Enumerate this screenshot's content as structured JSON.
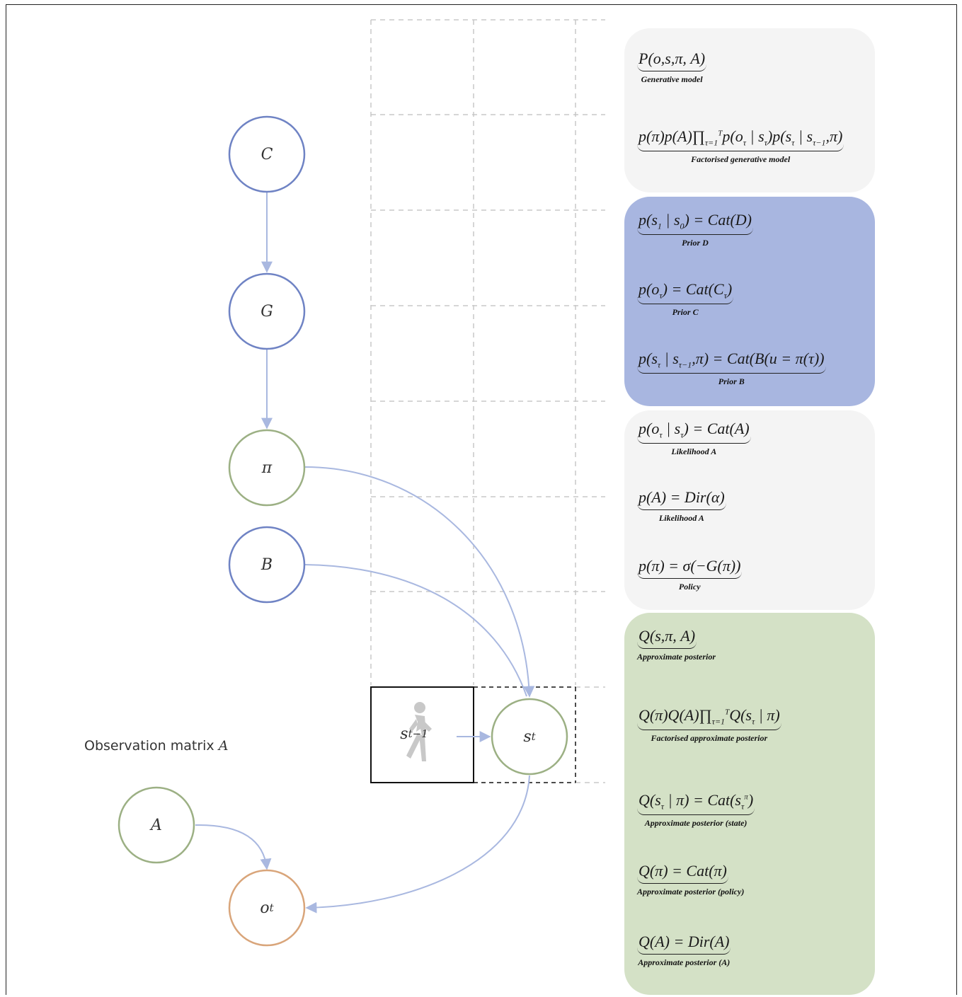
{
  "nodes": {
    "C": {
      "label": "C",
      "stroke": "#6f83c4"
    },
    "G": {
      "label": "G",
      "stroke": "#6f83c4"
    },
    "pi": {
      "label": "π",
      "stroke": "#9cb084"
    },
    "B": {
      "label": "B",
      "stroke": "#6f83c4"
    },
    "s_t": {
      "label": "s",
      "sub": "t",
      "stroke": "#9cb084"
    },
    "A": {
      "label": "A",
      "stroke": "#9cb084"
    },
    "o_t": {
      "label": "o",
      "sub": "t",
      "stroke": "#d9a57a"
    }
  },
  "prev_state": {
    "label": "s",
    "sub": "t−1"
  },
  "observation_title": {
    "text": "Observation matrix ",
    "symbol": "A"
  },
  "colors": {
    "edge": "#a9b8e0",
    "grid": "#c8c8c8",
    "panel_gray": "#f4f4f4",
    "panel_blue": "#a8b6e0",
    "panel_green": "#d4e1c6"
  },
  "equations": {
    "generative_model": {
      "formula": "P(o,s,π, A)",
      "caption": "Generative model"
    },
    "factorised_generative_model": {
      "formula": "p(π)p(A)∏τ=1..T p(oτ | sτ)p(sτ | sτ−1,π)",
      "caption": "Factorised generative model"
    },
    "prior_d": {
      "formula": "p(s1 | s0) = Cat(D)",
      "caption": "Prior D"
    },
    "prior_c": {
      "formula": "p(oτ) = Cat(Cτ)",
      "caption": "Prior C"
    },
    "prior_b": {
      "formula": "p(sτ | sτ−1,π) = Cat(B(u = π(τ))",
      "caption": "Prior B"
    },
    "likelihood_a1": {
      "formula": "p(oτ | sτ) = Cat(A)",
      "caption": "Likelihood A"
    },
    "likelihood_a2": {
      "formula": "p(A) = Dir(α)",
      "caption": "Likelihood A"
    },
    "policy": {
      "formula": "p(π) = σ(−G(π))",
      "caption": "Policy"
    },
    "approx_posterior": {
      "formula": "Q(s,π, A)",
      "caption": "Approximate posterior"
    },
    "factorised_approx_posterior": {
      "formula": "Q(π)Q(A)∏τ=1..T Q(sτ | π)",
      "caption": "Factorised approximate posterior"
    },
    "approx_posterior_state": {
      "formula": "Q(sτ | π) = Cat(sτπ)",
      "caption": "Approximate posterior (state)"
    },
    "approx_posterior_policy": {
      "formula": "Q(π) = Cat(π)",
      "caption": "Approximate posterior (policy)"
    },
    "approx_posterior_a": {
      "formula": "Q(A) = Dir(A)",
      "caption": "Approximate posterior (A)"
    }
  }
}
